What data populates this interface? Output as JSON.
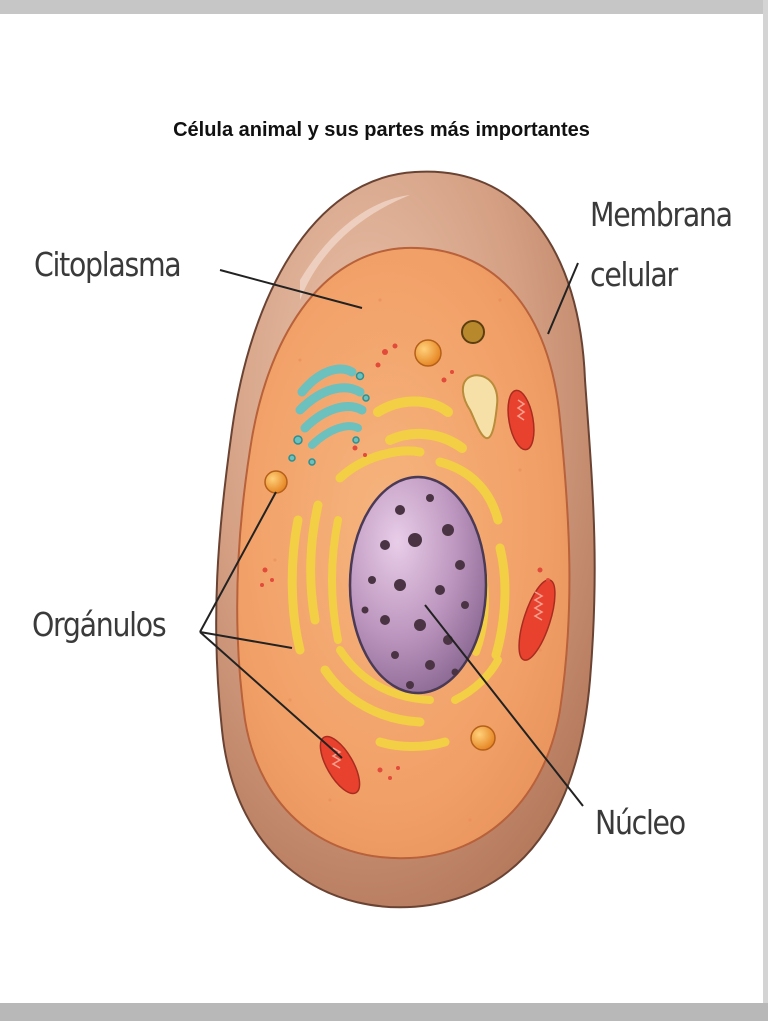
{
  "title": "Célula animal y sus partes más importantes",
  "labels": {
    "cytoplasm": "Citoplasma",
    "membrane_line1": "Membrana",
    "membrane_line2": "celular",
    "organelles": "Orgánulos",
    "nucleus": "Núcleo"
  },
  "colors": {
    "membrane_outer": "#c89478",
    "cytoplasm": "#f2a46a",
    "golgi": "#5fb7b5",
    "reticulum": "#f2cf45",
    "nucleus": "#a27aa6",
    "mitochondria": "#e8422e",
    "vesicle": "#f39a2a"
  }
}
